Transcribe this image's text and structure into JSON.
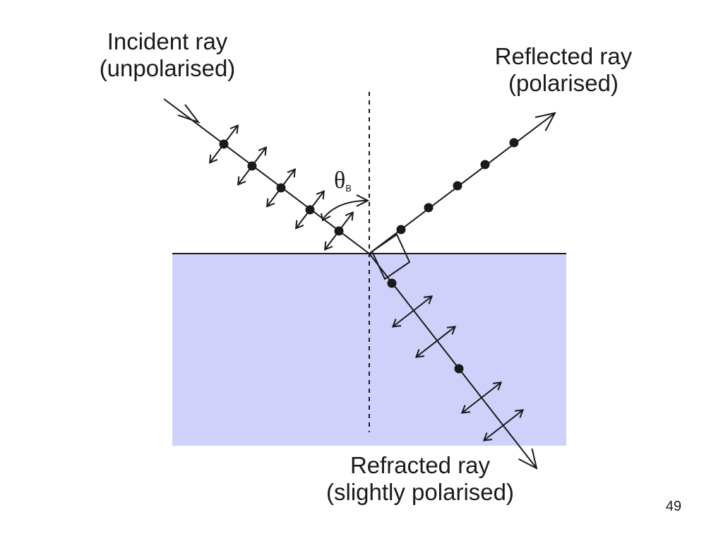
{
  "diagram": {
    "incident_label": {
      "line1": "Incident ray",
      "line2": "(unpolarised)"
    },
    "reflected_label": {
      "line1": "Reflected ray",
      "line2": "(polarised)"
    },
    "refracted_label": {
      "line1": "Refracted ray",
      "line2": "(slightly polarised)"
    },
    "angle_label": {
      "symbol": "θ",
      "subscript": "B"
    },
    "colors": {
      "medium": "#cfd1fb",
      "stroke": "#1a1a1a",
      "background": "#ffffff"
    }
  },
  "page_number": "49"
}
